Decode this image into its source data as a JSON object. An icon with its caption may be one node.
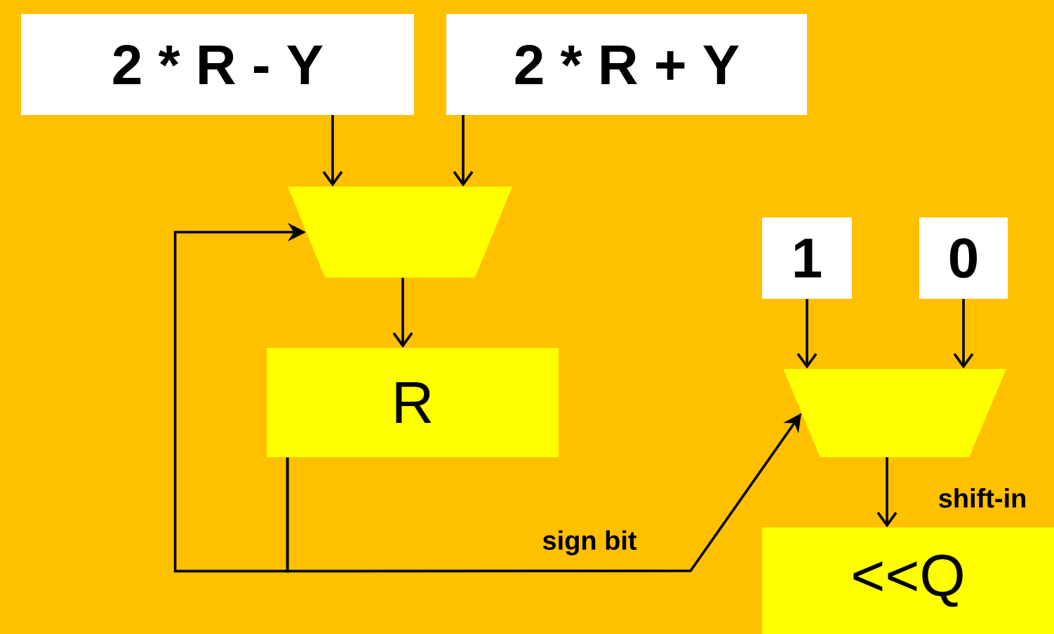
{
  "diagram": {
    "nodes": [
      {
        "text": [
          "2 * R - Y"
        ]
      },
      {
        "text": [
          "2 * R + Y"
        ]
      },
      {
        "text": [],
        "shape": "trapezoid"
      },
      {
        "text": [
          "R"
        ]
      },
      {
        "text": [
          "1"
        ]
      },
      {
        "text": [
          "0"
        ]
      },
      {
        "text": [],
        "shape": "trapezoid"
      },
      {
        "text": [
          "<<Q"
        ]
      }
    ],
    "edges": [
      {
        "from": 0,
        "to": 2,
        "arrow": "to"
      },
      {
        "from": 1,
        "to": 2,
        "arrow": "to"
      },
      {
        "from": 2,
        "to": 3,
        "arrow": "to"
      },
      {
        "from": 3,
        "to": 2,
        "arrow": "to"
      },
      {
        "from": 3,
        "to": 6,
        "arrow": "to",
        "label": "sign bit"
      },
      {
        "from": 4,
        "to": 6,
        "arrow": "to"
      },
      {
        "from": 5,
        "to": 6,
        "arrow": "to"
      },
      {
        "from": 6,
        "to": 7,
        "arrow": "to",
        "label": "shift-in"
      }
    ]
  }
}
